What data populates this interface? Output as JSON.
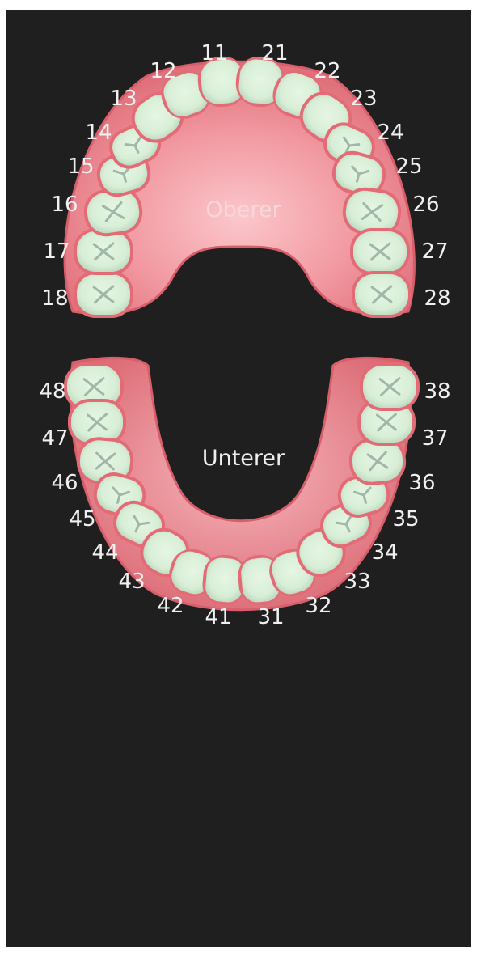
{
  "colors": {
    "background": "#1f1f1f",
    "page": "#ffffff",
    "gum": "#e2707a",
    "gum_inner": "#f6a8ae",
    "tooth_fill": "#d9efd8",
    "tooth_edge": "#e36b76",
    "fissure": "#9fb8a8",
    "number_text": "#f0f0f0",
    "upper_label_text": "#f7d7da",
    "lower_label_text": "#f0f0f0"
  },
  "jaws": {
    "upper": {
      "label": "Oberer",
      "teeth": [
        {
          "number": "18",
          "kind": "molar"
        },
        {
          "number": "17",
          "kind": "molar"
        },
        {
          "number": "16",
          "kind": "molar"
        },
        {
          "number": "15",
          "kind": "premolar"
        },
        {
          "number": "14",
          "kind": "premolar"
        },
        {
          "number": "13",
          "kind": "canine"
        },
        {
          "number": "12",
          "kind": "incisor"
        },
        {
          "number": "11",
          "kind": "incisor"
        },
        {
          "number": "21",
          "kind": "incisor"
        },
        {
          "number": "22",
          "kind": "incisor"
        },
        {
          "number": "23",
          "kind": "canine"
        },
        {
          "number": "24",
          "kind": "premolar"
        },
        {
          "number": "25",
          "kind": "premolar"
        },
        {
          "number": "26",
          "kind": "molar"
        },
        {
          "number": "27",
          "kind": "molar"
        },
        {
          "number": "28",
          "kind": "molar"
        }
      ]
    },
    "lower": {
      "label": "Unterer",
      "teeth": [
        {
          "number": "48",
          "kind": "molar"
        },
        {
          "number": "47",
          "kind": "molar"
        },
        {
          "number": "46",
          "kind": "molar"
        },
        {
          "number": "45",
          "kind": "premolar"
        },
        {
          "number": "44",
          "kind": "premolar"
        },
        {
          "number": "43",
          "kind": "canine"
        },
        {
          "number": "42",
          "kind": "incisor"
        },
        {
          "number": "41",
          "kind": "incisor"
        },
        {
          "number": "31",
          "kind": "incisor"
        },
        {
          "number": "32",
          "kind": "incisor"
        },
        {
          "number": "33",
          "kind": "canine"
        },
        {
          "number": "34",
          "kind": "premolar"
        },
        {
          "number": "35",
          "kind": "premolar"
        },
        {
          "number": "36",
          "kind": "molar"
        },
        {
          "number": "37",
          "kind": "molar"
        },
        {
          "number": "38",
          "kind": "molar"
        }
      ]
    }
  }
}
